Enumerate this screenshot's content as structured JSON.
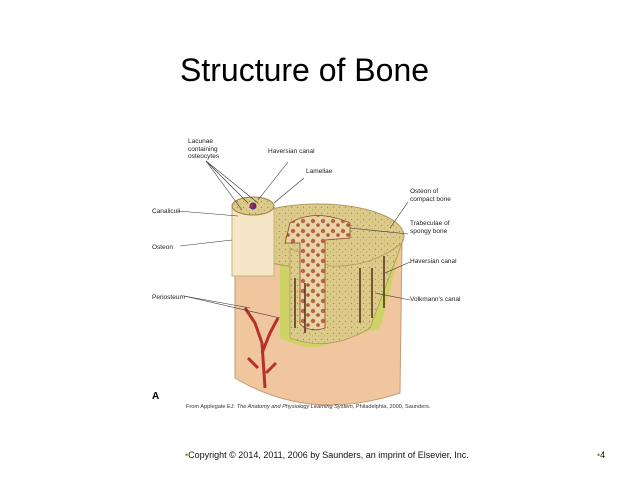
{
  "slide": {
    "title": "Structure of Bone",
    "copyright": "Copyright © 2014, 2011, 2006 by Saunders, an imprint of Elsevier, Inc.",
    "page_number": "4"
  },
  "figure": {
    "panel_letter": "A",
    "credit_prefix": "From Applegate EJ: ",
    "credit_title": "The Anatomy and Physiology Learning System",
    "credit_suffix": ", Philadelphia, 2000, Saunders.",
    "labels": {
      "lacunae": "Lacunae containing osteocytes",
      "haversian_canal_top": "Haversian canal",
      "lamellae": "Lamellae",
      "canaliculi": "Canaliculi",
      "osteon": "Osteon",
      "periosteum": "Periosteum",
      "osteon_compact": "Osteon of compact bone",
      "trabeculae": "Trabeculae of spongy bone",
      "haversian_canal_right": "Haversian canal",
      "volkmanns_canal": "Volkmann's canal"
    },
    "colors": {
      "compact_bone": "#d9c98a",
      "bone_surface": "#e8d9a0",
      "periosteum": "#f0c8a0",
      "spongy_bone": "#c98c5a",
      "blood_vessel": "#b8302a",
      "green_layer": "#c9d45a"
    }
  }
}
